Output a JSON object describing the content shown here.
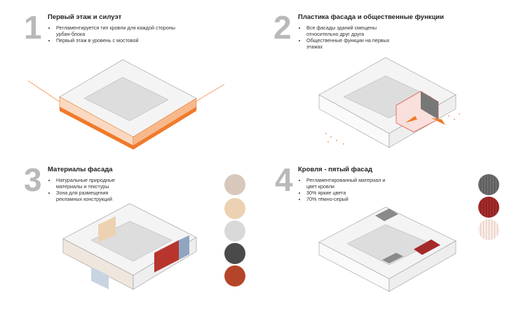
{
  "panels": [
    {
      "number": "1",
      "title": "Первый этаж и силуэт",
      "bullets": [
        "Регламентируется тип кровли для каждой стороны урбан-блока",
        "Первый этаж в уровень с мостовой"
      ]
    },
    {
      "number": "2",
      "title": "Пластика фасада и общественные функции",
      "bullets": [
        "Все фасады зданий смещены относительно друг друга",
        "Общественные функции на первых этажах"
      ]
    },
    {
      "number": "3",
      "title": "Материалы фасада",
      "bullets": [
        "Натуральные природные материалы и текстуры",
        "Зона для размещения рекламных конструкций"
      ]
    },
    {
      "number": "4",
      "title": "Кровля - пятый фасад",
      "bullets": [
        "Регламентированный материал и цвет кровли",
        "30% яркие цвета",
        "70% тёмно-серый"
      ]
    }
  ],
  "colors": {
    "accent": "#f07a2a",
    "number": "#b9b9b9",
    "roof_red": "#b8352e",
    "roof_grey": "#6d6d6d"
  },
  "facade_swatches": [
    "#d8c8bc",
    "#ecd2b2",
    "#d9d9d9",
    "#4a4a4a",
    "#b5452a"
  ],
  "roof_swatches": [
    "#6d6d6d",
    "#a52a2a",
    "#f5e6e2"
  ]
}
